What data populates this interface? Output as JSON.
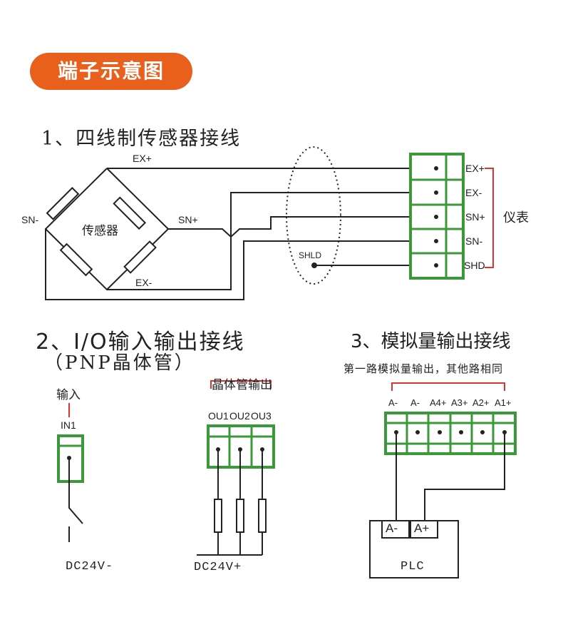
{
  "header": {
    "title": "端子示意图"
  },
  "section1": {
    "title": "1、四线制传感器接线",
    "sensor_label": "传感器",
    "wire_labels": {
      "ex_plus": "EX+",
      "ex_minus": "EX-",
      "sn_plus": "SN+",
      "sn_minus": "SN-"
    },
    "shield_label": "SHLD",
    "terminals": [
      "EX+",
      "EX-",
      "SN+",
      "SN-",
      "SHD"
    ],
    "instrument_label": "仪表"
  },
  "section2": {
    "title": "2、I/O输入输出接线",
    "subtitle": "（PNP晶体管）",
    "input_title": "输入",
    "input_terminal": "IN1",
    "input_supply": "DC24V-",
    "output_title": "晶体管输出",
    "output_terminals": [
      "OU1",
      "OU2",
      "OU3"
    ],
    "output_supply": "DC24V+"
  },
  "section3": {
    "title": "3、模拟量输出接线",
    "subtitle": "第一路模拟量输出，其他路相同",
    "terminals": [
      "A-",
      "A-",
      "A4+",
      "A3+",
      "A2+",
      "A1+"
    ],
    "plc_terminals": [
      "A-",
      "A+"
    ],
    "plc_label": "PLC"
  },
  "colors": {
    "accent": "#e8601c",
    "terminal_green": "#4caf50",
    "bracket_red": "#e03030"
  }
}
